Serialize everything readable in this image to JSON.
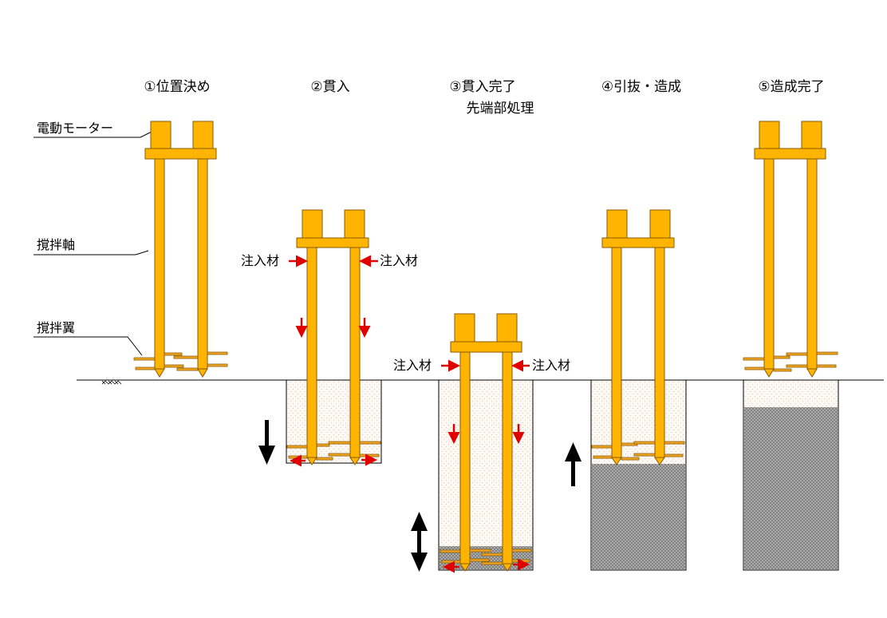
{
  "steps": [
    {
      "title": "①位置決め"
    },
    {
      "title": "②貫入"
    },
    {
      "title": "③貫入完了",
      "subtitle": "先端部処理"
    },
    {
      "title": "④引抜・造成"
    },
    {
      "title": "⑤造成完了"
    }
  ],
  "labels": {
    "motor": "電動モーター",
    "shaft": "撹拌軸",
    "blade": "撹拌翼",
    "injection": "注入材"
  },
  "colors": {
    "machine": "#FFB400",
    "machine_stroke": "#8a5a00",
    "blade": "#F5A623",
    "arrow_red": "#E00000",
    "arrow_black": "#000000",
    "slurry_fill": "#FAF3EA",
    "improved_soil": "#9C9C9C"
  }
}
